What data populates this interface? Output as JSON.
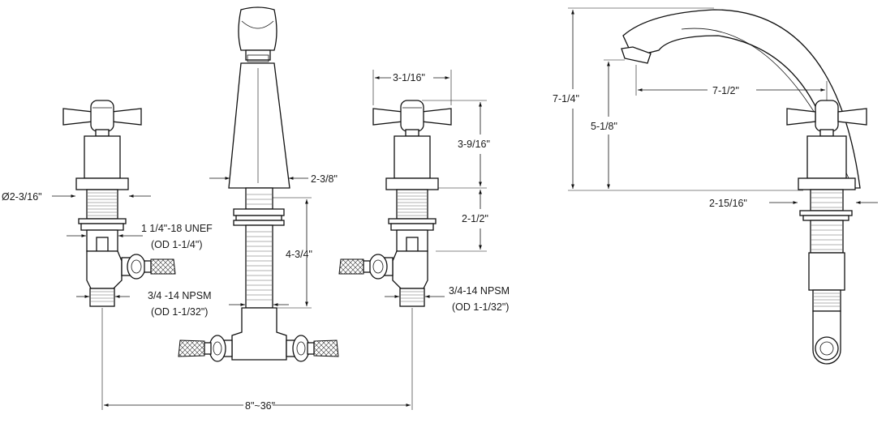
{
  "dimensions": {
    "handle_width": "3-1/16\"",
    "handle_height": "3-9/16\"",
    "valve_shank_length": "2-1/2\"",
    "spout_diameter": "2-3/8\"",
    "spout_shank_length": "4-3/4\"",
    "base_diameter": "Ø2-3/16\"",
    "spread": "8\"~36\"",
    "overall_height": "7-1/4\"",
    "spout_reach": "7-1/2\"",
    "spout_clearance": "5-1/8\"",
    "side_base": "2-15/16\""
  },
  "thread_specs": {
    "valve_thread_line1": "1 1/4\"-18 UNEF",
    "valve_thread_line2": "(OD 1-1/4\")",
    "left_inlet_line1": "3/4 -14 NPSM",
    "left_inlet_line2": "(OD 1-1/32\")",
    "right_inlet_line1": "3/4-14 NPSM",
    "right_inlet_line2": "(OD 1-1/32\")"
  },
  "colors": {
    "line": "#111111",
    "background": "#ffffff"
  }
}
